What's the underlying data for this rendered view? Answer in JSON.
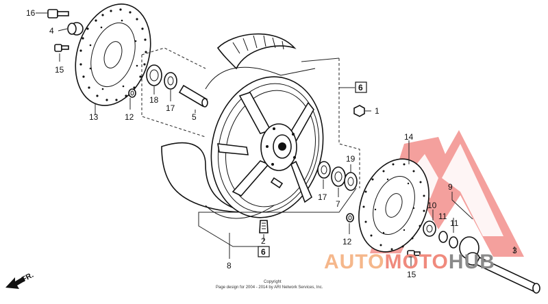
{
  "diagram": {
    "callouts": [
      "16",
      "4",
      "15",
      "13",
      "12",
      "18",
      "17",
      "5",
      "1",
      "14",
      "9",
      "10",
      "11",
      "11",
      "19",
      "17",
      "7",
      "12",
      "2",
      "8",
      "15",
      "3"
    ],
    "boxed_callouts": [
      "6",
      "6"
    ],
    "direction_label": "FR."
  },
  "watermark": {
    "parts": [
      "AUTO",
      "MOTO",
      "HUB"
    ],
    "colors": {
      "auto": "#f5b78b",
      "moto": "#f08a7d",
      "hub": "#8a8a8a",
      "logo": "#ee6a66"
    }
  },
  "footer": {
    "copyright": "Copyright",
    "credit": "Page design for 2004 - 2014 by ARI Network Services, Inc."
  }
}
